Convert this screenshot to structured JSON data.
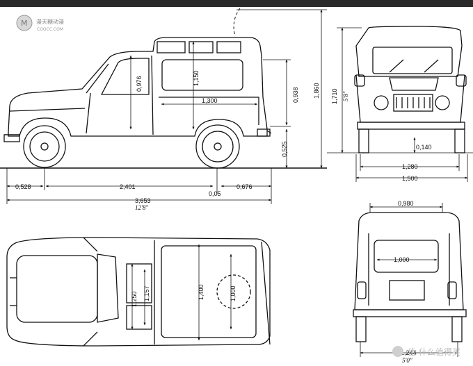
{
  "watermark_top": {
    "brand": "漫天糖动漫",
    "url": "COOCC.COM"
  },
  "watermark_bottom": {
    "text": "值 什么值得买"
  },
  "dims": {
    "front_overhang": "0,528",
    "wheelbase": "2,401",
    "rear_overhang": "0,676",
    "overall_length": "3,653",
    "overall_length_imp": "12'8\"",
    "rear_offset": "0,05",
    "cargo_length": "1,300",
    "door_height": "0,976",
    "cargo_height": "1,150",
    "load_height": "0,938",
    "sill_height": "0,525",
    "roof_height": "1,860",
    "body_height": "1,710",
    "body_height_imp": "5'8\"",
    "ground_clearance": "0,140",
    "front_track": "1,280",
    "overall_width": "1,500",
    "roof_width": "0,980",
    "door_width": "1,000",
    "rear_track": "1,244",
    "rear_track_imp": "5'0\"",
    "plan_width_1": "1,250",
    "plan_width_2": "1,157",
    "cargo_floor_length": "1,400",
    "cargo_floor_width": "1,000"
  }
}
